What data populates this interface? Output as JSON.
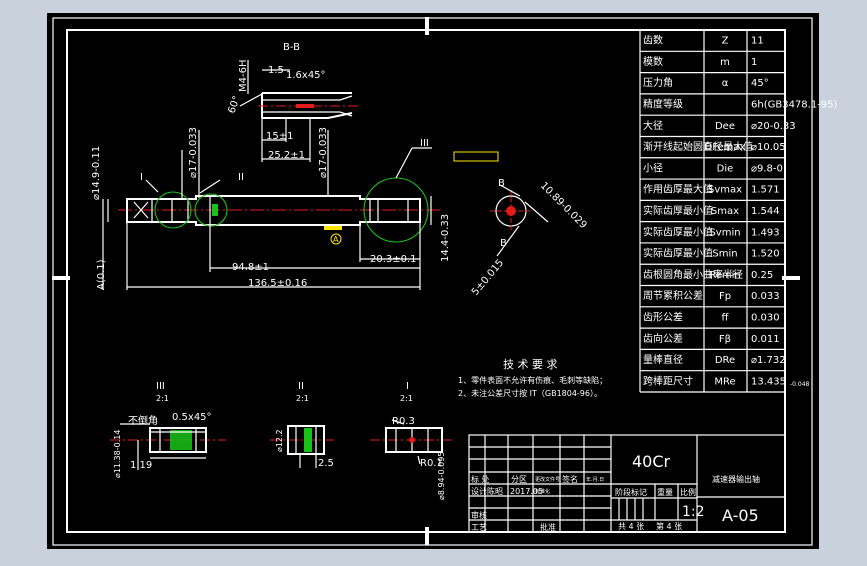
{
  "sheet": {
    "material": "40Cr",
    "part_name": "减速器输出轴",
    "scale": "1:2",
    "drawing_no": "A-05",
    "sheet_total": "共 4 张",
    "sheet_no": "第 4 张"
  },
  "title_block": {
    "mark": "标 处",
    "zone": "分区",
    "doc_no": "更改文件号",
    "sign": "签名",
    "date_head": "年.月.日",
    "designer": "设计陈昭",
    "date": "2017.05",
    "standard": "标准化",
    "stage_mark": "阶段标记",
    "weight": "重量",
    "ratio": "比例",
    "review": "审核",
    "process": "工艺",
    "approve": "批准"
  },
  "params": [
    {
      "name": "齿数",
      "symbol": "Z",
      "value": "11"
    },
    {
      "name": "模数",
      "symbol": "m",
      "value": "1"
    },
    {
      "name": "压力角",
      "symbol": "α",
      "value": "45°"
    },
    {
      "name": "精度等级",
      "symbol": "",
      "value": "6h(GB3478.1-95)"
    },
    {
      "name": "大径",
      "symbol": "Dee",
      "value": "⌀20-0.33"
    },
    {
      "name": "渐开线起始圆直径最大值",
      "symbol": "DFemax",
      "value": "⌀10.05"
    },
    {
      "name": "小径",
      "symbol": "Die",
      "value": "⌀9.8-0"
    },
    {
      "name": "作用齿厚最大值",
      "symbol": "Svmax",
      "value": "1.571"
    },
    {
      "name": "实际齿厚最小值",
      "symbol": "Smax",
      "value": "1.544"
    },
    {
      "name": "实际齿厚最小值",
      "symbol": "Svmin",
      "value": "1.493"
    },
    {
      "name": "实际齿厚最小值",
      "symbol": "Smin",
      "value": "1.520"
    },
    {
      "name": "齿根圆角最小曲率半径",
      "symbol": "Remin",
      "value": "0.25"
    },
    {
      "name": "周节累积公差",
      "symbol": "Fp",
      "value": "0.033"
    },
    {
      "name": "齿形公差",
      "symbol": "ff",
      "value": "0.030"
    },
    {
      "name": "齿向公差",
      "symbol": "Fβ",
      "value": "0.011"
    },
    {
      "name": "量棒直径",
      "symbol": "DRe",
      "value": "⌀1.732"
    },
    {
      "name": "跨棒距尺寸",
      "symbol": "MRe",
      "value": "13.435"
    }
  ],
  "params_note": "-0.048",
  "notes": {
    "title": "技 术 要 求",
    "items": [
      "1、零件表面不允许有伤痕、毛刺等缺陷；",
      "2、未注公差尺寸按 IT（GB1804-96）。"
    ]
  },
  "views": {
    "section_label": "B-B",
    "detail_I": "I",
    "detail_II": "II",
    "detail_III": "III",
    "detail_scale": "2:1"
  },
  "dims": {
    "chamfer_1": "1.6x45°",
    "d15": "1.5",
    "angle60": "60°",
    "m4": "M4-6H",
    "d15b": "15±1",
    "d25": "25.2±1",
    "dia17": "⌀17-0.033",
    "len946": "94.8±1",
    "len1365": "136.5±0.16",
    "len203": "20.3±0.1",
    "dia14": "⌀14.9-0.11",
    "dia14b": "14.4-0.33",
    "a01": "A(0.1)",
    "r1089": "10.89-0.029",
    "wl": "5±0.015",
    "chamfer_2": "0.5x45°",
    "note_chamfer": "不倒角",
    "d138": "⌀11.38-0.14",
    "d119": "1.19",
    "d122": "⌀12.2",
    "d25b": "2.5",
    "r03": "R0.3",
    "r01": "R0.1",
    "d894": "⌀8.94-0.095",
    "B": "B",
    "A": "A"
  }
}
